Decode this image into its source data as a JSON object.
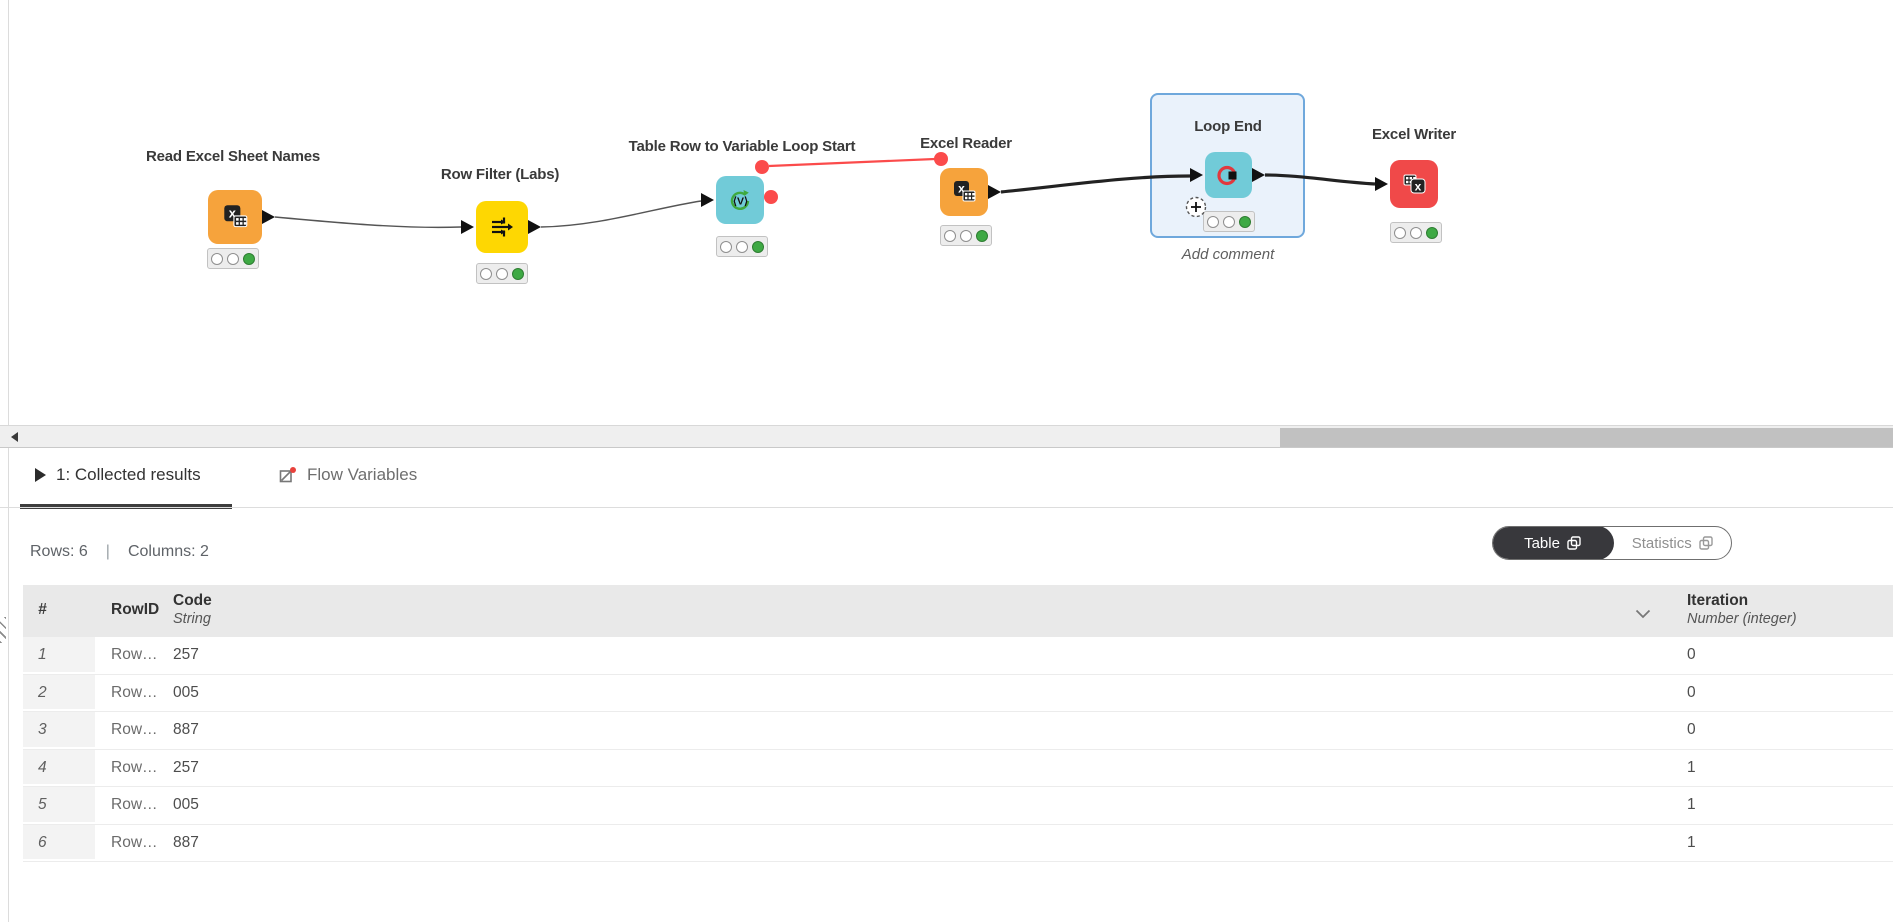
{
  "canvas": {
    "nodes": [
      {
        "name": "Read Excel Sheet Names",
        "icon": "excel-table-icon",
        "color": "#F6A33C",
        "status": "executed"
      },
      {
        "name": "Row Filter (Labs)",
        "icon": "row-filter-icon",
        "color": "#FED702",
        "status": "executed"
      },
      {
        "name": "Table Row to Variable Loop Start",
        "icon": "variable-loop-start-icon",
        "color": "#71CBD8",
        "status": "executed"
      },
      {
        "name": "Excel Reader",
        "icon": "excel-table-icon",
        "color": "#F6A33C",
        "status": "executed"
      },
      {
        "name": "Loop End",
        "icon": "loop-end-icon",
        "color": "#71CBD8",
        "status": "executed",
        "selected": true,
        "comment_hint": "Add comment"
      },
      {
        "name": "Excel Writer",
        "icon": "excel-writer-icon",
        "color": "#F04949",
        "status": "executed"
      }
    ]
  },
  "panel": {
    "tabs": [
      {
        "label": "1: Collected results",
        "active": true
      },
      {
        "label": "Flow Variables",
        "active": false
      }
    ],
    "summary": {
      "rows": "Rows: 6",
      "divider": "|",
      "columns": "Columns: 2"
    },
    "view_toggle": {
      "table_label": "Table",
      "statistics_label": "Statistics"
    },
    "table": {
      "columns": [
        {
          "label": "#"
        },
        {
          "label": "RowID"
        },
        {
          "label": "Code",
          "type": "String"
        },
        {
          "label": "Iteration",
          "type": "Number (integer)"
        }
      ],
      "rows": [
        {
          "n": "1",
          "rowid": "Row…",
          "code": "257",
          "iteration": "0"
        },
        {
          "n": "2",
          "rowid": "Row…",
          "code": "005",
          "iteration": "0"
        },
        {
          "n": "3",
          "rowid": "Row…",
          "code": "887",
          "iteration": "0"
        },
        {
          "n": "4",
          "rowid": "Row…",
          "code": "257",
          "iteration": "1"
        },
        {
          "n": "5",
          "rowid": "Row…",
          "code": "005",
          "iteration": "1"
        },
        {
          "n": "6",
          "rowid": "Row…",
          "code": "887",
          "iteration": "1"
        }
      ]
    }
  },
  "colors": {
    "node_orange": "#F6A33C",
    "node_yellow": "#FED702",
    "node_teal": "#71CBD8",
    "node_red": "#F04949",
    "status_green": "#3EA944",
    "flow_port_red": "#FB4B4B",
    "selection_blue": "#6FA8DC"
  }
}
